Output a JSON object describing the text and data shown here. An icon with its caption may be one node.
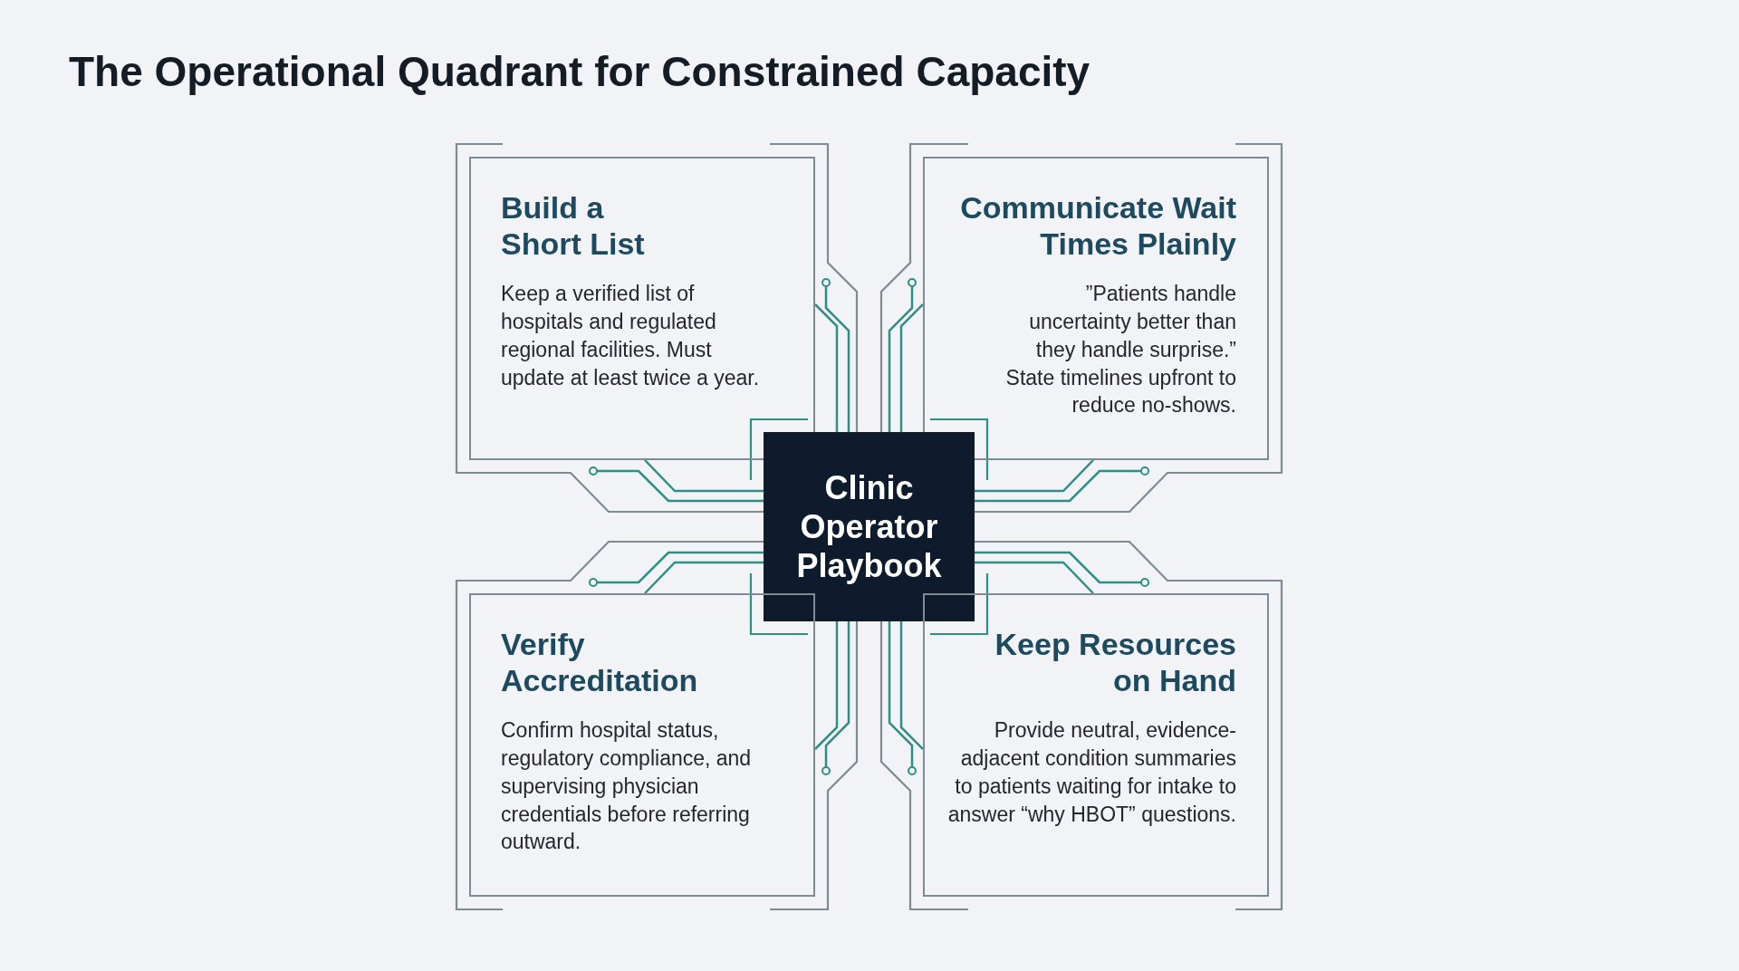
{
  "diagram": {
    "title": "The Operational Quadrant for Constrained Capacity",
    "nodes": [
      {
        "text": [
          "Build a Short List",
          "Keep a verified list of hospitals and regulated regional facilities. Must update at least twice a year."
        ]
      },
      {
        "text": [
          "Communicate Wait Times Plainly",
          "”Patients handle uncertainty better than they handle surprise.” State timelines upfront to reduce no-shows."
        ]
      },
      {
        "text": [
          "Clinic Operator Playbook"
        ]
      },
      {
        "text": [
          "Verify Accreditation",
          "Confirm hospital status, regulatory compliance, and supervising physician credentials before referring outward."
        ]
      },
      {
        "text": [
          "Keep Resources on Hand",
          "Provide neutral, evidence-adjacent condition summaries to patients waiting for intake to answer “why HBOT” questions."
        ]
      }
    ],
    "edges": [
      {
        "from": 2,
        "to": 0,
        "arrow": "none"
      },
      {
        "from": 2,
        "to": 0,
        "arrow": "none"
      },
      {
        "from": 2,
        "to": 0,
        "arrow": "other"
      },
      {
        "from": 2,
        "to": 0,
        "arrow": "other"
      },
      {
        "from": 2,
        "to": 1,
        "arrow": "none"
      },
      {
        "from": 2,
        "to": 1,
        "arrow": "none"
      },
      {
        "from": 2,
        "to": 1,
        "arrow": "other"
      },
      {
        "from": 2,
        "to": 1,
        "arrow": "other"
      },
      {
        "from": 2,
        "to": 3,
        "arrow": "none"
      },
      {
        "from": 2,
        "to": 3,
        "arrow": "none"
      },
      {
        "from": 2,
        "to": 3,
        "arrow": "other"
      },
      {
        "from": 2,
        "to": 3,
        "arrow": "other"
      },
      {
        "from": 2,
        "to": 4,
        "arrow": "none"
      },
      {
        "from": 2,
        "to": 4,
        "arrow": "none"
      },
      {
        "from": 2,
        "to": 4,
        "arrow": "other"
      },
      {
        "from": 2,
        "to": 4,
        "arrow": "other"
      }
    ]
  }
}
